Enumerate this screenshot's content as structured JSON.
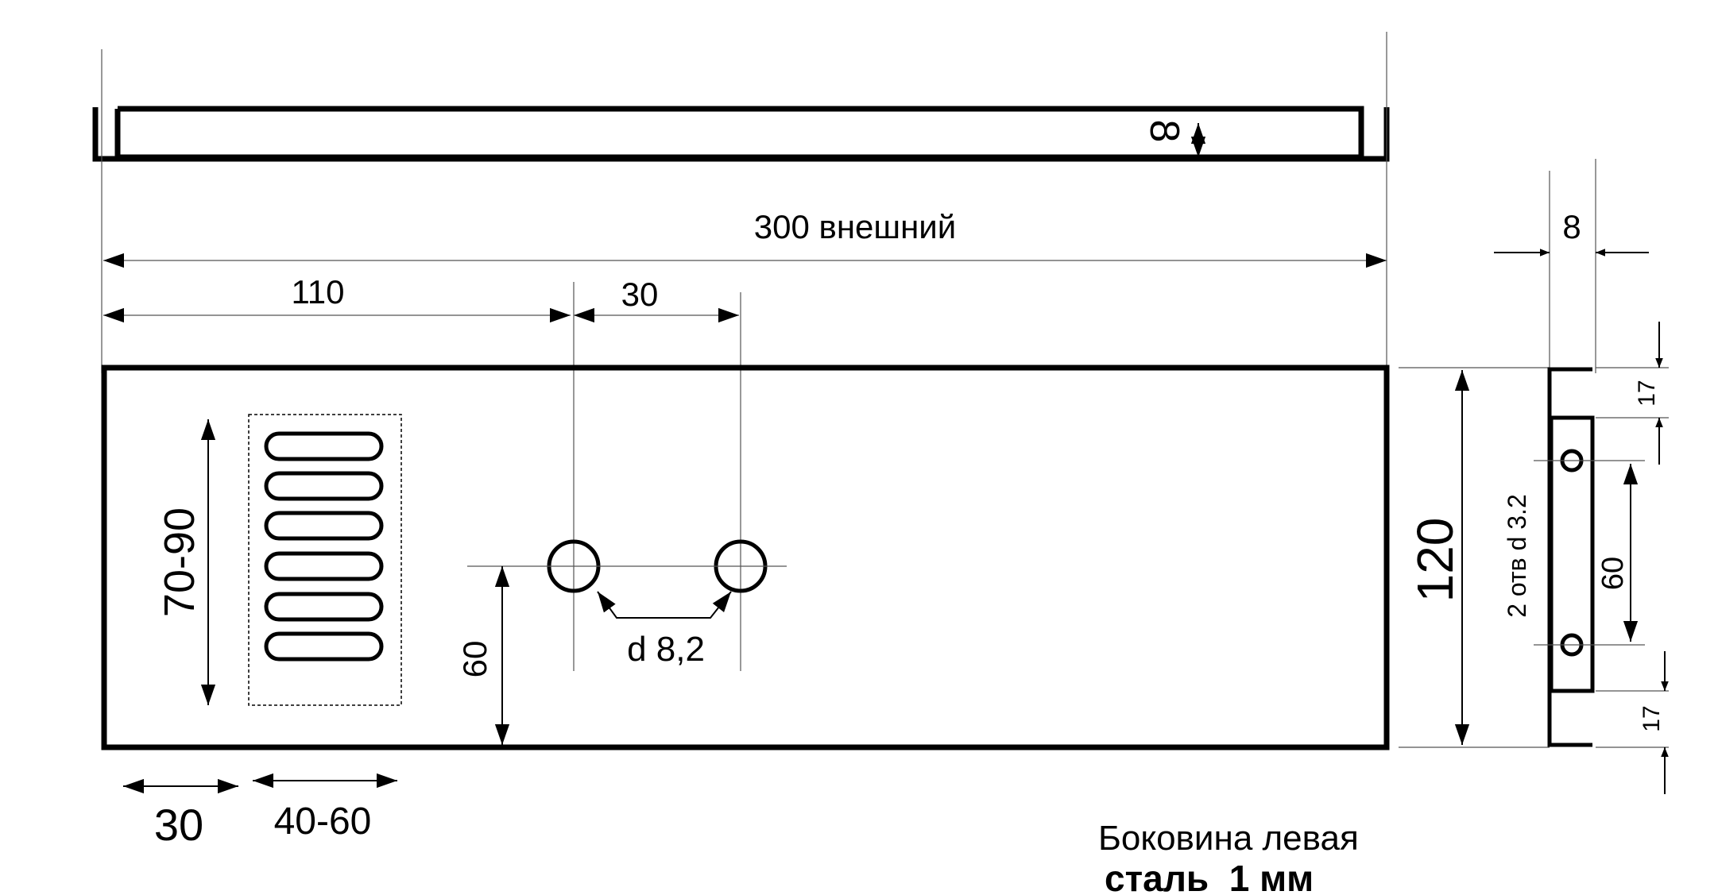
{
  "dimensions": {
    "outer_length": "300 внешний",
    "d110": "110",
    "d30_top": "30",
    "d8_top": "8",
    "d8_side": "8",
    "d120": "120",
    "d60_left": "60",
    "d70_90": "70-90",
    "d30_bottom": "30",
    "d40_60": "40-60",
    "hole_diameter": "d 8,2",
    "d17_top": "17",
    "d17_bottom": "17",
    "d60_side": "60",
    "side_holes": "2 отв d 3.2"
  },
  "title": {
    "line1": "Боковина левая",
    "line2": "сталь  1 мм"
  }
}
